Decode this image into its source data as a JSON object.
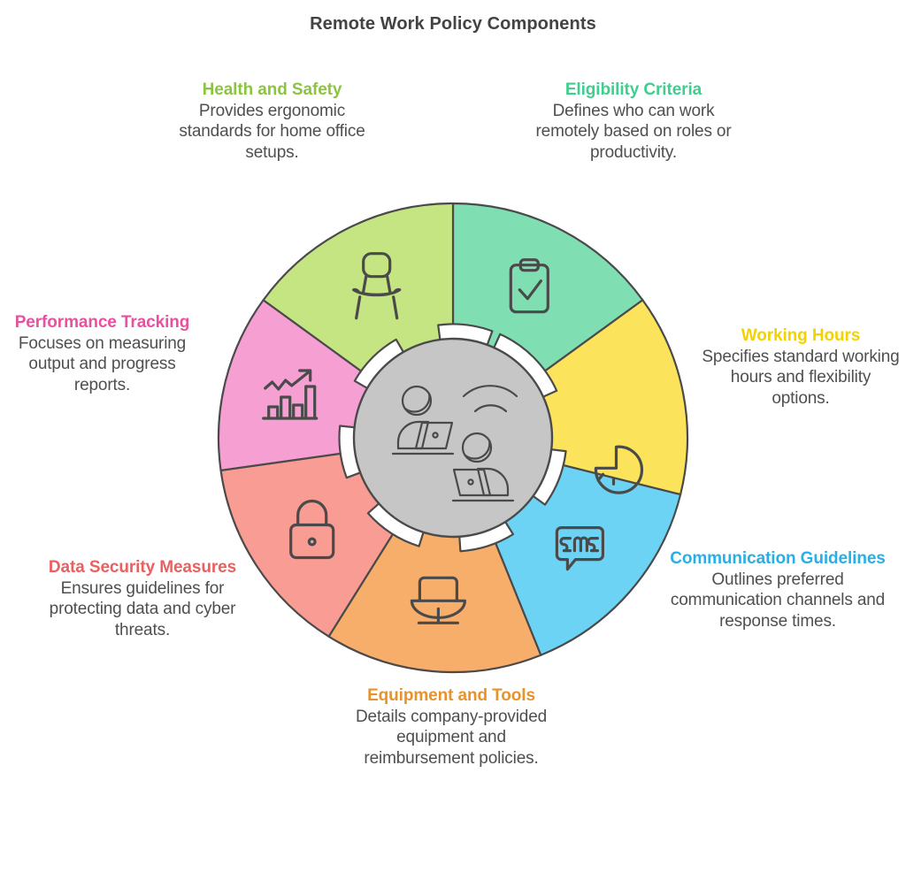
{
  "page": {
    "title": "Remote Work Policy Components",
    "background_color": "#ffffff",
    "text_color": "#4f4f4f"
  },
  "center": {
    "icon": "remote-team-video-call-icon",
    "fill_color": "#c6c6c6",
    "stroke_color": "#4a4a4a"
  },
  "chart_data": {
    "type": "pie",
    "title": "Remote Work Policy Components",
    "legend_position": "around",
    "categories": [
      "Eligibility Criteria",
      "Working Hours",
      "Communication Guidelines",
      "Equipment and Tools",
      "Data Security Measures",
      "Performance Tracking",
      "Health and Safety"
    ],
    "values": [
      54,
      50,
      54,
      54,
      50,
      54,
      54
    ],
    "colors": [
      "#7fdfb3",
      "#fbe35b",
      "#6dd3f5",
      "#f8ae6b",
      "#f99c94",
      "#f59fd3",
      "#c5e582"
    ]
  },
  "segments": [
    {
      "id": "eligibility-criteria",
      "title": "Eligibility Criteria",
      "description": "Defines who can work remotely based on roles or productivity.",
      "title_color": "#3ecf8e",
      "segment_color": "#7fdfb3",
      "icon": "clipboard-check-icon",
      "start_angle": 0,
      "end_angle": 54
    },
    {
      "id": "working-hours",
      "title": "Working Hours",
      "description": "Specifies standard working hours and flexibility options.",
      "title_color": "#f2d300",
      "segment_color": "#fbe35b",
      "icon": "clock-pie-icon",
      "start_angle": 54,
      "end_angle": 104
    },
    {
      "id": "communication-guidelines",
      "title": "Communication Guidelines",
      "description": "Outlines preferred communication channels and response times.",
      "title_color": "#27b0e6",
      "segment_color": "#6dd3f5",
      "icon": "sms-speech-bubble-icon",
      "start_angle": 104,
      "end_angle": 158
    },
    {
      "id": "equipment-and-tools",
      "title": "Equipment and Tools",
      "description": "Details company-provided equipment and reimbursement policies.",
      "title_color": "#e8922e",
      "segment_color": "#f8ae6b",
      "icon": "laptop-stand-icon",
      "start_angle": 158,
      "end_angle": 212
    },
    {
      "id": "data-security-measures",
      "title": "Data Security Measures",
      "description": "Ensures guidelines for protecting data and cyber threats.",
      "title_color": "#ec5f5f",
      "segment_color": "#f99c94",
      "icon": "padlock-icon",
      "start_angle": 212,
      "end_angle": 262
    },
    {
      "id": "performance-tracking",
      "title": "Performance Tracking",
      "description": "Focuses on measuring output and progress reports.",
      "title_color": "#e8519f",
      "segment_color": "#f59fd3",
      "icon": "bar-chart-growth-icon",
      "start_angle": 262,
      "end_angle": 306
    },
    {
      "id": "health-and-safety",
      "title": "Health and Safety",
      "description": "Provides ergonomic standards for home office setups.",
      "title_color": "#8bc53f",
      "segment_color": "#c5e582",
      "icon": "ergonomic-chair-icon",
      "start_angle": 306,
      "end_angle": 360
    }
  ]
}
